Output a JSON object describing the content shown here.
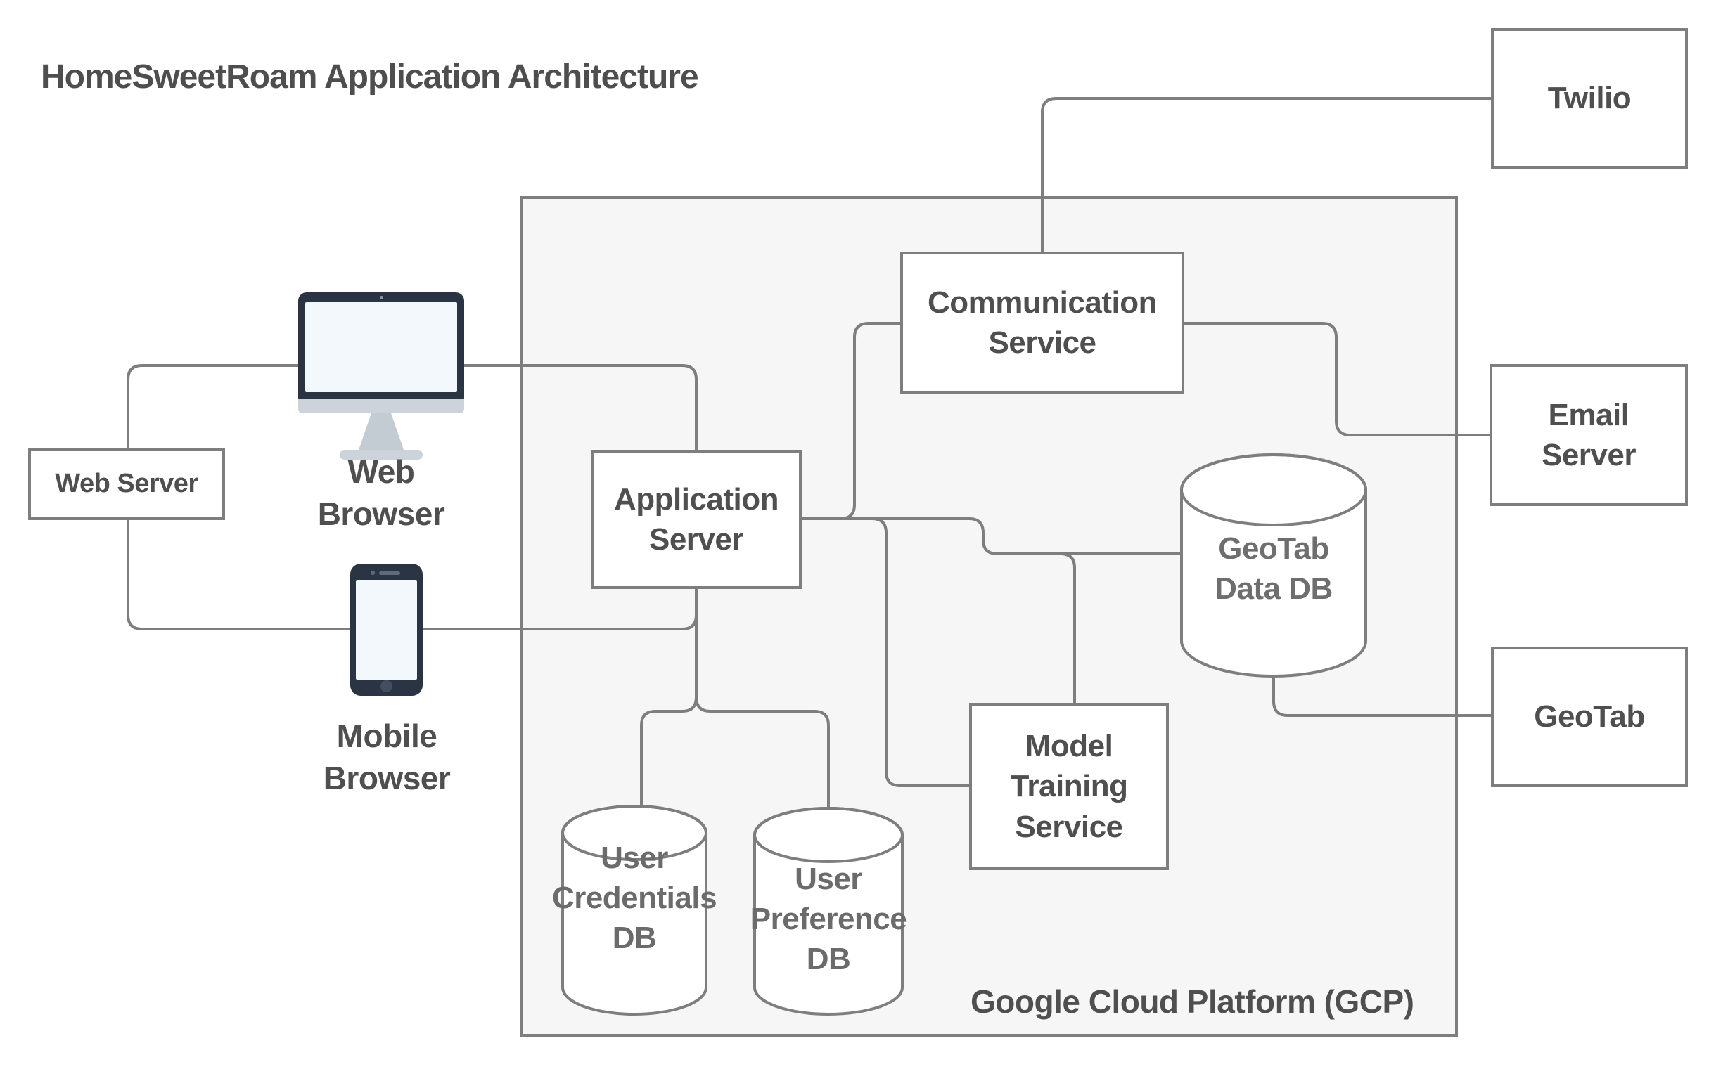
{
  "title": "HomeSweetRoam Application Architecture",
  "gcp": {
    "label": "Google Cloud Platform (GCP)"
  },
  "colors": {
    "line": "#7e7e7e",
    "box_border": "#7e7e7e",
    "box_fill": "#ffffff",
    "gcp_fill": "#f6f6f7",
    "text": "#4f4f4f",
    "device_body": "#2b3442",
    "device_screen": "#f2f8fb",
    "device_stand": "#cdd3da"
  },
  "icons": {
    "web_browser": "desktop-monitor-icon",
    "mobile_browser": "smartphone-icon"
  },
  "nodes": {
    "web_server": {
      "label": "Web Server"
    },
    "web_browser": {
      "label": "Web Browser"
    },
    "mobile_browser": {
      "label": "Mobile Browser"
    },
    "application_server": {
      "label": "Application Server"
    },
    "communication_service": {
      "label": "Communication Service"
    },
    "model_training_service": {
      "label": "Model Training Service"
    },
    "geotab_data_db": {
      "label": "GeoTab Data DB"
    },
    "user_credentials_db": {
      "label": "User Credentials DB"
    },
    "user_preference_db": {
      "label": "User Preference DB"
    },
    "twilio": {
      "label": "Twilio"
    },
    "email_server": {
      "label": "Email Server"
    },
    "geotab": {
      "label": "GeoTab"
    }
  },
  "edges": [
    {
      "from": "web_server",
      "to": "web_browser"
    },
    {
      "from": "web_server",
      "to": "mobile_browser"
    },
    {
      "from": "web_browser",
      "to": "application_server"
    },
    {
      "from": "mobile_browser",
      "to": "application_server"
    },
    {
      "from": "application_server",
      "to": "user_credentials_db"
    },
    {
      "from": "application_server",
      "to": "user_preference_db"
    },
    {
      "from": "application_server",
      "to": "communication_service"
    },
    {
      "from": "application_server",
      "to": "geotab_data_db"
    },
    {
      "from": "application_server",
      "to": "model_training_service"
    },
    {
      "from": "geotab_data_db",
      "to": "model_training_service"
    },
    {
      "from": "geotab_data_db",
      "to": "geotab"
    },
    {
      "from": "communication_service",
      "to": "twilio"
    },
    {
      "from": "communication_service",
      "to": "email_server"
    }
  ]
}
